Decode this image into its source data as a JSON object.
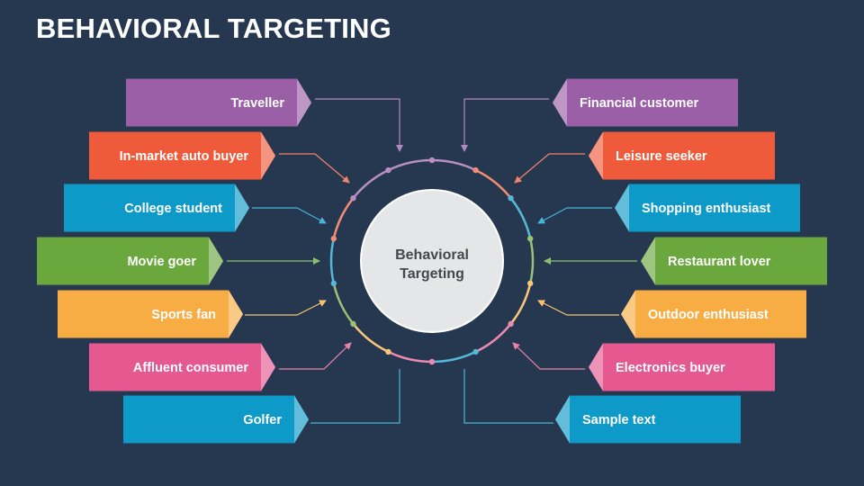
{
  "title": "BEHAVIORAL TARGETING",
  "center": {
    "line1": "Behavioral",
    "line2": "Targeting"
  },
  "left_items": [
    {
      "label": "Traveller",
      "color": "#9b5fa8"
    },
    {
      "label": "In-market auto buyer",
      "color": "#ef5a3a"
    },
    {
      "label": "College student",
      "color": "#0e9ac8"
    },
    {
      "label": "Movie goer",
      "color": "#6aa83e"
    },
    {
      "label": "Sports fan",
      "color": "#f8ad44"
    },
    {
      "label": "Affluent consumer",
      "color": "#e65890"
    },
    {
      "label": "Golfer",
      "color": "#0e9ac8"
    }
  ],
  "right_items": [
    {
      "label": "Financial customer",
      "color": "#9b5fa8"
    },
    {
      "label": "Leisure seeker",
      "color": "#ef5a3a"
    },
    {
      "label": "Shopping enthusiast",
      "color": "#0e9ac8"
    },
    {
      "label": "Restaurant lover",
      "color": "#6aa83e"
    },
    {
      "label": "Outdoor enthusiast",
      "color": "#f8ad44"
    },
    {
      "label": "Electronics buyer",
      "color": "#e65890"
    },
    {
      "label": "Sample text",
      "color": "#0e9ac8"
    }
  ]
}
